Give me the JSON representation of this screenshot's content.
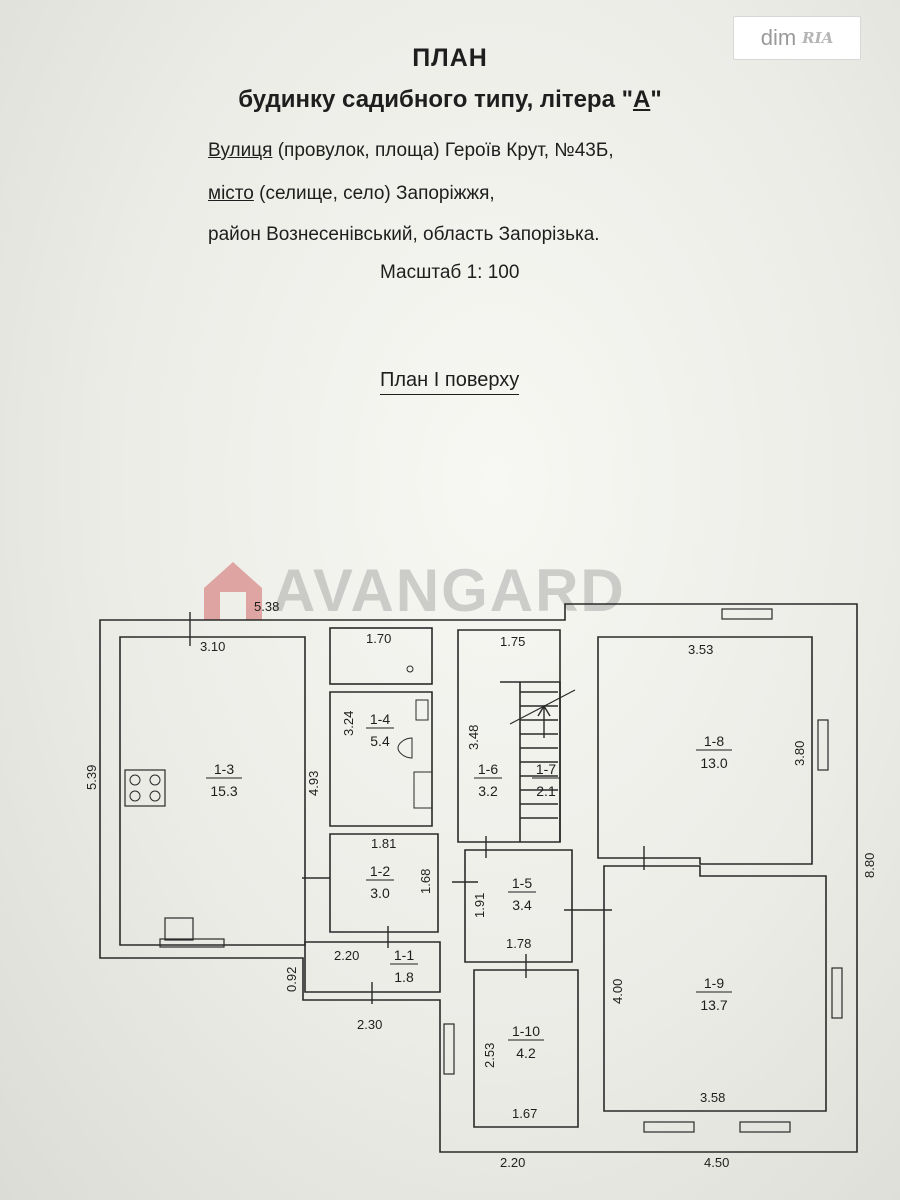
{
  "watermarks": {
    "dim_ria": {
      "dim": "dim",
      "ria": "RIA"
    },
    "avangard": "AVANGARD"
  },
  "header": {
    "title": "ПЛАН",
    "subtitle_before": "будинку садибного типу, літера \"",
    "subtitle_letter": "А",
    "subtitle_after": "\"",
    "street_label": "Вулиця",
    "street_rest": " (провулок, площа) Героїв Крут, №43Б,",
    "city_label": "місто",
    "city_rest": " (селище, село) Запоріжжя,",
    "district_line": "район Вознесенівський, область Запорізька.",
    "scale": "Масштаб 1: 100",
    "floor_title": "План І поверху"
  },
  "rooms": [
    {
      "id": "1-1",
      "area": "1.8"
    },
    {
      "id": "1-2",
      "area": "3.0"
    },
    {
      "id": "1-3",
      "area": "15.3"
    },
    {
      "id": "1-4",
      "area": "5.4"
    },
    {
      "id": "1-5",
      "area": "3.4"
    },
    {
      "id": "1-6",
      "area": "3.2"
    },
    {
      "id": "1-7",
      "area": "2.1"
    },
    {
      "id": "1-8",
      "area": "13.0"
    },
    {
      "id": "1-9",
      "area": "13.7"
    },
    {
      "id": "1-10",
      "area": "4.2"
    }
  ],
  "dimensions": [
    "5.38",
    "3.10",
    "1.70",
    "1.75",
    "3.53",
    "3.24",
    "3.48",
    "3.80",
    "5.39",
    "4.93",
    "1.81",
    "1.68",
    "1.91",
    "1.78",
    "2.20",
    "0.92",
    "2.30",
    "8.80",
    "4.00",
    "2.53",
    "1.67",
    "3.58",
    "2.20",
    "4.50"
  ]
}
